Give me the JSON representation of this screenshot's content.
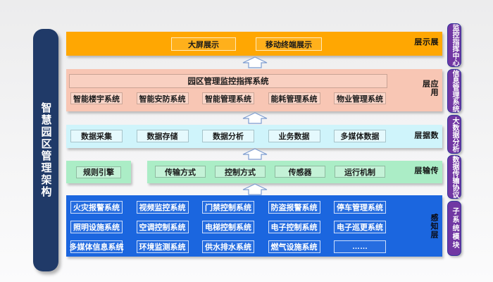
{
  "title": "智慧园区管理架构",
  "layers": [
    {
      "name": "展示层",
      "items": [
        "大屏展示",
        "移动终端展示"
      ]
    },
    {
      "name": "应用层",
      "system": "园区管理监控指挥系统",
      "items": [
        "智能楼宇系统",
        "智能安防系统",
        "智能管理系统",
        "能耗管理系统",
        "物业管理系统"
      ]
    },
    {
      "name": "数据层",
      "items": [
        "数据采集",
        "数据存储",
        "数据分析",
        "业务数据",
        "多媒体数据"
      ]
    },
    {
      "name": "传输层",
      "engine": "规则引擎",
      "items": [
        "传输方式",
        "控制方式",
        "传感器",
        "运行机制"
      ]
    },
    {
      "name": "感知层",
      "rows": [
        [
          "火灾报警系统",
          "视频监控系统",
          "门禁控制系统",
          "防盗报警系统",
          "停车管理系统"
        ],
        [
          "照明设施系统",
          "空调控制系统",
          "电梯控制系统",
          "电子控制系统",
          "电子巡更系统"
        ],
        [
          "多媒体信息系统",
          "环境监测系统",
          "供水排水系统",
          "燃气设施系统",
          "……"
        ]
      ]
    }
  ],
  "side_tags": [
    "监控指挥中心",
    "信息管理系统",
    "大数据分析",
    "数据传输协议",
    "子系统模块"
  ],
  "colors": {
    "title_bar": "#203A68",
    "display_layer": "#FFA702",
    "application_layer": "#F8C6B4",
    "data_layer": "#CFF4FB",
    "transport_layer": "#ABEDC6",
    "perception_layer": "#1B66DF",
    "side_tag": "#7137A3",
    "arrow_outline": "#7C9CD0"
  }
}
